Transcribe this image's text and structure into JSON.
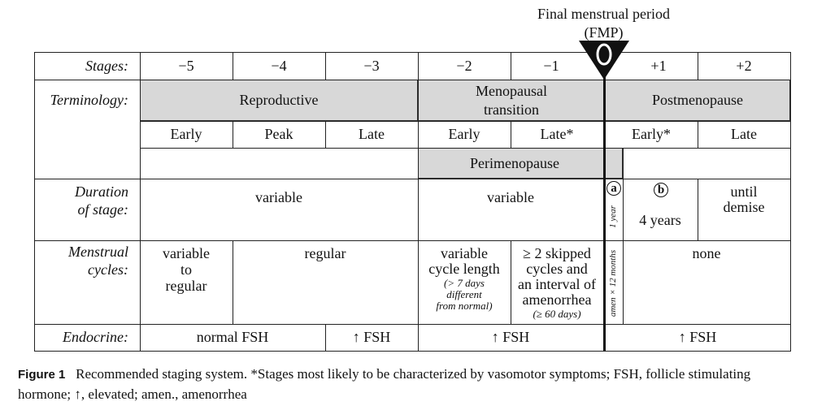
{
  "fmp_label": {
    "line1": "Final menstrual period",
    "line2": "(FMP)"
  },
  "fmp_marker": "0",
  "row_labels": {
    "stages": "Stages:",
    "terminology": "Terminology:",
    "duration_l1": "Duration",
    "duration_l2": "of stage:",
    "menstrual_l1": "Menstrual",
    "menstrual_l2": "cycles:",
    "endocrine": "Endocrine:"
  },
  "stages": [
    "−5",
    "−4",
    "−3",
    "−2",
    "−1",
    "+1",
    "+2"
  ],
  "terminology": {
    "reproductive": "Reproductive",
    "menopausal_l1": "Menopausal",
    "menopausal_l2": "transition",
    "postmenopause": "Postmenopause"
  },
  "substages": [
    "Early",
    "Peak",
    "Late",
    "Early",
    "Late*",
    "Early*",
    "Late"
  ],
  "perimenopause": "Perimenopause",
  "duration": {
    "reproductive": "variable",
    "transition": "variable",
    "a_mark": "a",
    "a_text": "1 year",
    "b_mark": "b",
    "b_text": "4 years",
    "late_l1": "until",
    "late_l2": "demise"
  },
  "menstrual": {
    "early_l1": "variable",
    "early_l2": "to",
    "early_l3": "regular",
    "reproductive": "regular",
    "mt_early_l1": "variable",
    "mt_early_l2": "cycle length",
    "mt_early_note_l1": "(> 7 days",
    "mt_early_note_l2": "different",
    "mt_early_note_l3": "from normal)",
    "mt_late_l1": "≥ 2 skipped",
    "mt_late_l2": "cycles and",
    "mt_late_l3": "an interval of",
    "mt_late_l4": "amenorrhea",
    "mt_late_note": "(≥ 60 days)",
    "amen_text": "amen × 12 months",
    "post": "none"
  },
  "endocrine": {
    "normal": "normal FSH",
    "late_repro": "↑ FSH",
    "transition": "↑ FSH",
    "post": "↑ FSH"
  },
  "caption": {
    "figure_label": "Figure 1",
    "text": "Recommended staging system. *Stages most likely to be characterized by vasomotor symptoms; FSH, follicle stimulating hormone; ↑, elevated; amen., amenorrhea"
  }
}
